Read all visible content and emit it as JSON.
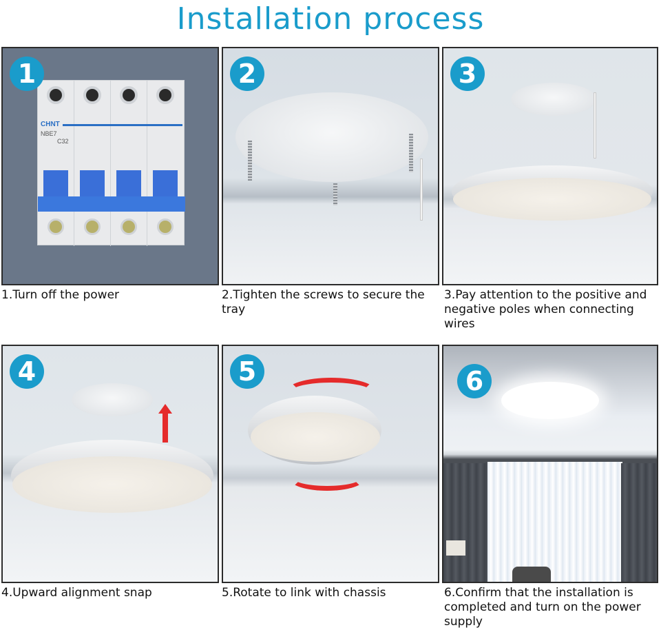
{
  "title": "Installation process",
  "accent_color": "#1a9ccb",
  "steps": [
    {
      "number": "1",
      "caption": "1.Turn off the power",
      "image": "circuit-breaker",
      "breaker": {
        "brand": "CHNT",
        "model": "NBE7",
        "rating": "C32"
      }
    },
    {
      "number": "2",
      "caption": "2.Tighten the screws to secure the tray",
      "image": "mounting-tray-with-screws"
    },
    {
      "number": "3",
      "caption": "3.Pay attention to the positive and negative poles when connecting wires",
      "image": "lamp-wiring"
    },
    {
      "number": "4",
      "caption": "4.Upward alignment snap",
      "image": "lamp-snap-up"
    },
    {
      "number": "5",
      "caption": "5.Rotate to link with chassis",
      "image": "lamp-rotate"
    },
    {
      "number": "6",
      "caption": "6.Confirm that the installation is completed and turn on the power supply",
      "image": "lamp-installed-room"
    }
  ]
}
